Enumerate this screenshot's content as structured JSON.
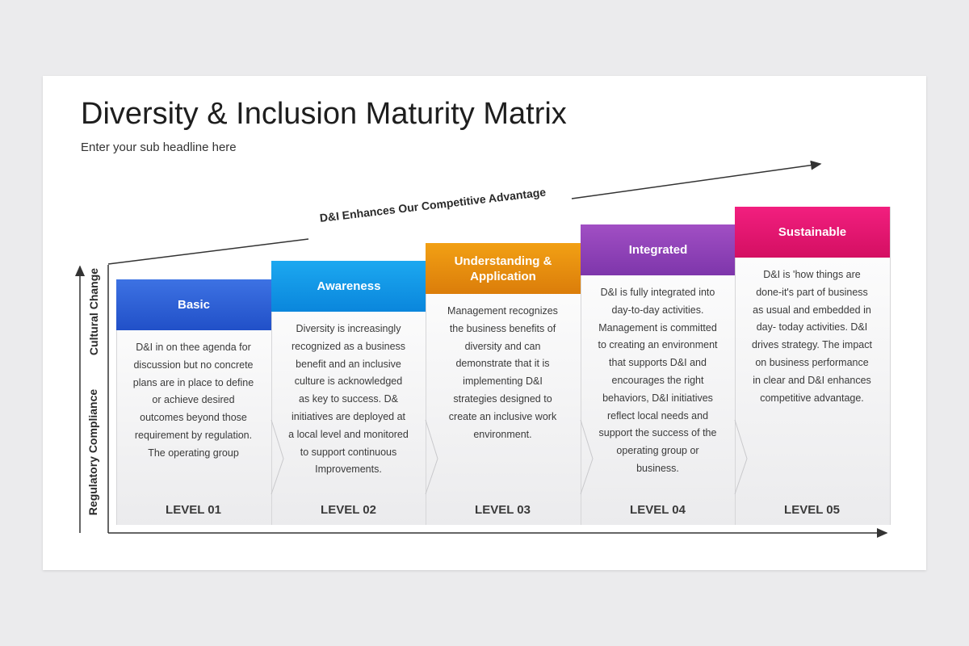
{
  "title": "Diversity & Inclusion Maturity Matrix",
  "subtitle": "Enter your sub headline here",
  "banner": "D&I Enhances Our Competitive Advantage",
  "axis": {
    "upper_label": "Cultural Change",
    "lower_label": "Regulatory Compliance"
  },
  "levels": [
    {
      "name": "Basic",
      "level": "LEVEL 01",
      "color": "#2c5fd6",
      "description": "D&I in on thee agenda for discussion but no concrete plans are in place to define or achieve desired outcomes beyond those requirement by regulation. The operating group"
    },
    {
      "name": "Awareness",
      "level": "LEVEL 02",
      "color": "#129ae8",
      "description": "Diversity is increasingly recognized as a business benefit and an inclusive culture is acknowledged as key to success.  D& initiatives are deployed at a local level and monitored to support continuous Improvements."
    },
    {
      "name": "Understanding & Application",
      "level": "LEVEL 03",
      "color": "#e98e0e",
      "description": "Management recognizes the business benefits of diversity and can demonstrate that it is implementing D&I strategies designed to create an inclusive work environment."
    },
    {
      "name": "Integrated",
      "level": "LEVEL 04",
      "color": "#8f42b8",
      "description": "D&I is fully integrated into day-to-day activities. Management is committed to creating an environment that supports D&I and encourages the right behaviors, D&I initiatives reflect local needs and support the success of the operating group or business."
    },
    {
      "name": "Sustainable",
      "level": "LEVEL 05",
      "color": "#e3166f",
      "description": "D&I is 'how things are done-it's part of business as usual and embedded in day- today activities. D&I drives strategy. The impact on business performance in clear and D&I enhances competitive advantage."
    }
  ]
}
